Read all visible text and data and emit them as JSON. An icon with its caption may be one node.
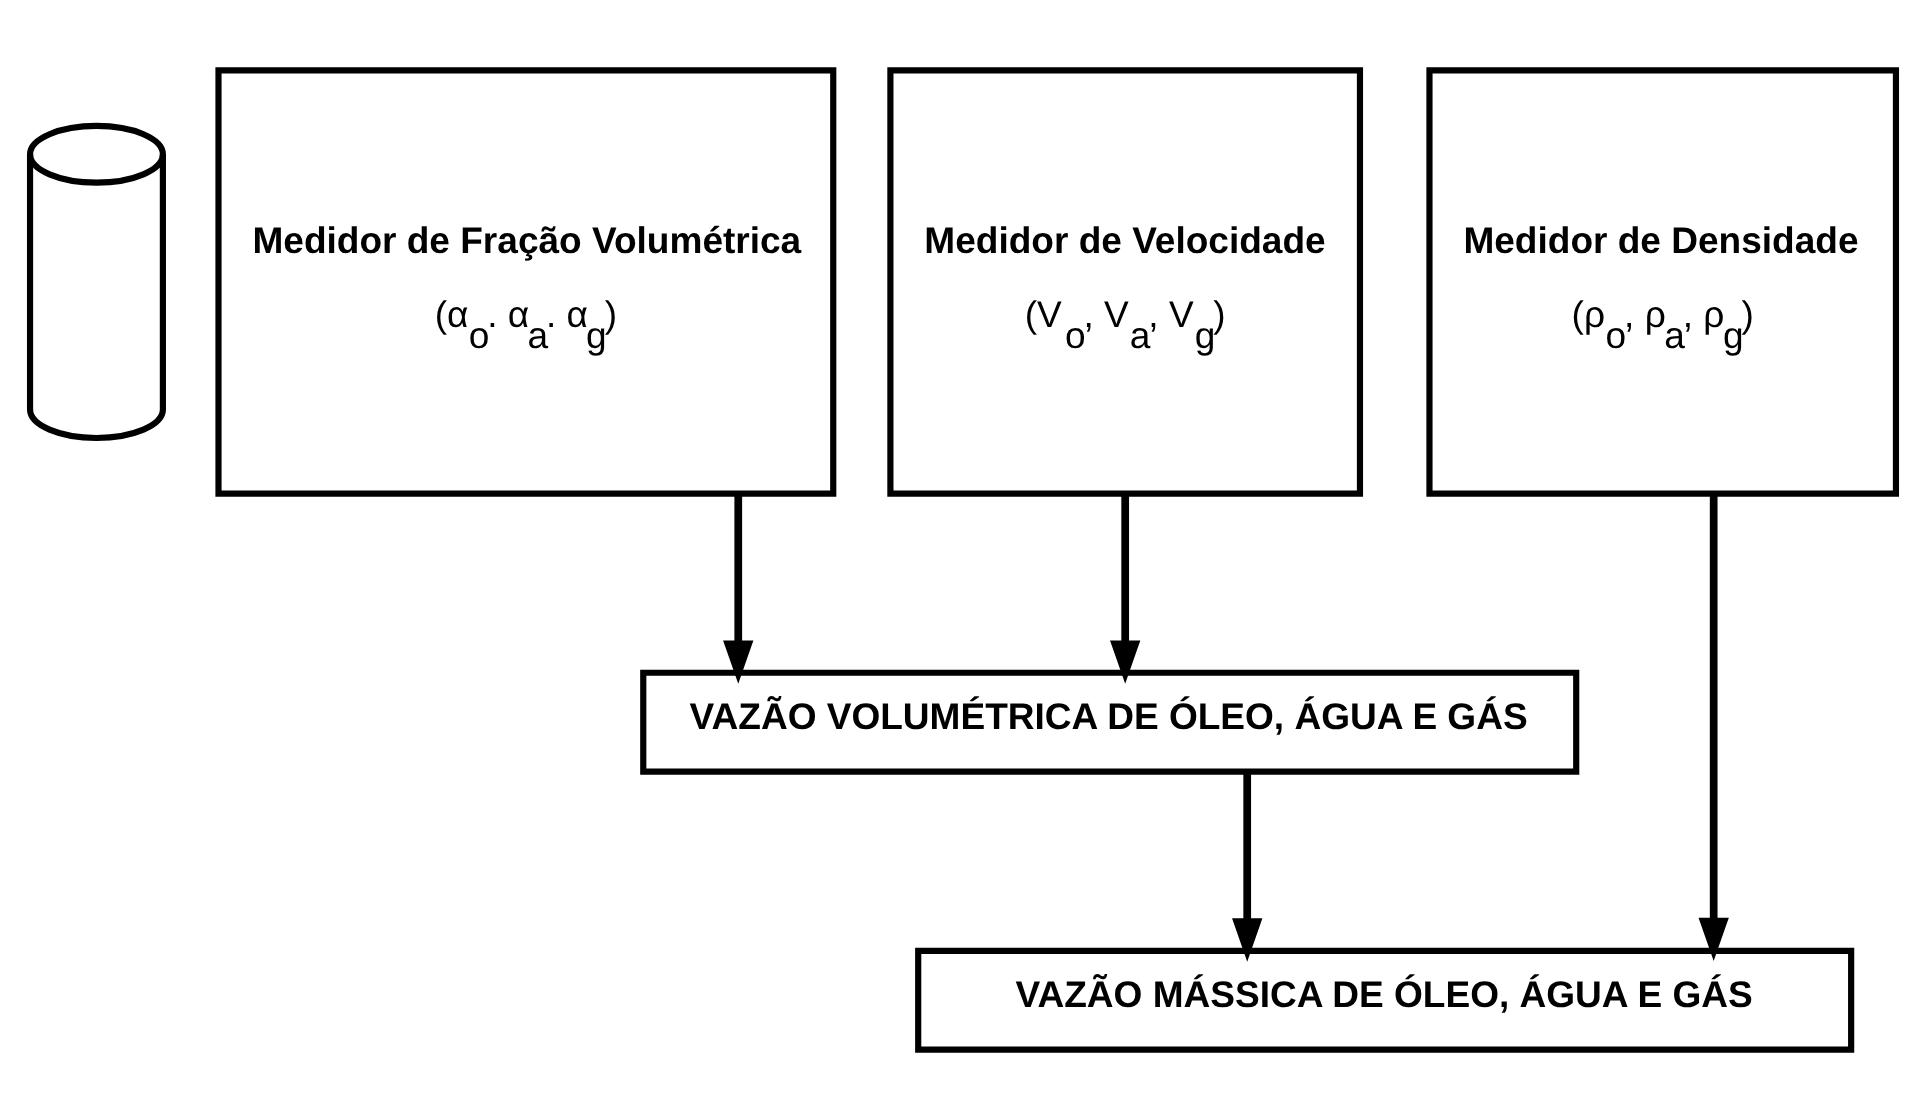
{
  "diagram": {
    "nodes": [
      {
        "text": [],
        "shape": "cylinder"
      },
      {
        "text": [
          "Medidor de Fração Volumétrica",
          "(α$_{o}$. α$_{a}$. α$_{g}$)"
        ]
      },
      {
        "text": [
          "Medidor de Velocidade",
          "(V$_{o}$, V$_{a}$, V$_{g}$)"
        ]
      },
      {
        "text": [
          "Medidor de Densidade",
          "(ρ$_{o}$, ρ$_{a}$, ρ$_{g}$)"
        ]
      },
      {
        "text": [
          "VAZÃO VOLUMÉTRICA DE ÓLEO, ÁGUA E GÁS"
        ]
      },
      {
        "text": [
          "VAZÃO MÁSSICA DE ÓLEO, ÁGUA E GÁS"
        ]
      }
    ],
    "edges": [
      {
        "from": 1,
        "to": 4,
        "arrow": "to"
      },
      {
        "from": 2,
        "to": 4,
        "arrow": "to"
      },
      {
        "from": 4,
        "to": 5,
        "arrow": "to"
      },
      {
        "from": 3,
        "to": 5,
        "arrow": "to"
      }
    ]
  }
}
